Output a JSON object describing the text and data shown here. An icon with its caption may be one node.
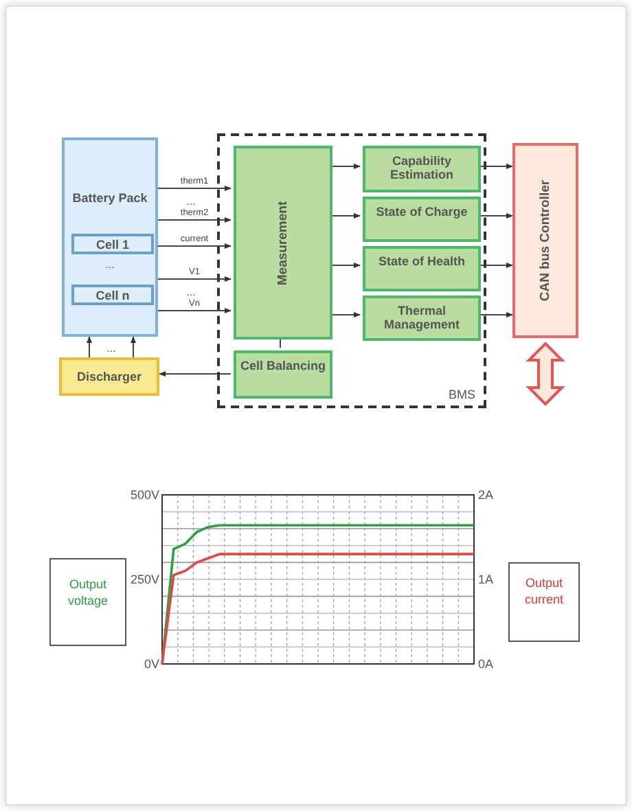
{
  "diagram": {
    "nodes": [
      {
        "text": [
          "Battery Pack"
        ]
      },
      {
        "text": [
          "Cell 1"
        ],
        "in": 0
      },
      {
        "text": [
          "Cell n"
        ],
        "in": 0
      },
      {
        "text": [
          "BMS"
        ]
      },
      {
        "text": [
          "Measurement"
        ],
        "in": 3
      },
      {
        "text": [
          "Cell Balancing"
        ],
        "in": 3
      },
      {
        "text": [
          "Capability Estimation"
        ],
        "in": 3
      },
      {
        "text": [
          "State of Charge"
        ],
        "in": 3
      },
      {
        "text": [
          "State of Health"
        ],
        "in": 3
      },
      {
        "text": [
          "Thermal Management"
        ],
        "in": 3
      },
      {
        "text": [
          "CAN bus Controller"
        ]
      },
      {
        "text": [
          "Discharger"
        ]
      },
      {
        "text": [
          "Output voltage"
        ]
      },
      {
        "text": [
          "Output current"
        ]
      }
    ],
    "edges": [
      {
        "from": 0,
        "to": 4,
        "arrow": "to",
        "label": "therm1"
      },
      {
        "from": 0,
        "to": 4,
        "arrow": "to",
        "label": "therm2"
      },
      {
        "from": 0,
        "to": 4,
        "arrow": "to",
        "label": "current"
      },
      {
        "from": 0,
        "to": 4,
        "arrow": "to",
        "label": "V1"
      },
      {
        "from": 0,
        "to": 4,
        "arrow": "to",
        "label": "Vn"
      },
      {
        "from": 4,
        "to": 6,
        "arrow": "to"
      },
      {
        "from": 4,
        "to": 7,
        "arrow": "to"
      },
      {
        "from": 4,
        "to": 8,
        "arrow": "to"
      },
      {
        "from": 4,
        "to": 9,
        "arrow": "to"
      },
      {
        "from": 6,
        "to": 10,
        "arrow": "to"
      },
      {
        "from": 7,
        "to": 10,
        "arrow": "to"
      },
      {
        "from": 8,
        "to": 10,
        "arrow": "to"
      },
      {
        "from": 9,
        "to": 10,
        "arrow": "to"
      },
      {
        "from": 4,
        "to": 5,
        "arrow": "none"
      },
      {
        "from": 5,
        "to": 11,
        "arrow": "to"
      },
      {
        "from": 11,
        "to": 0,
        "arrow": "to"
      },
      {
        "from": 11,
        "to": 0,
        "arrow": "to"
      },
      {
        "from": 10,
        "to": null,
        "arrow": "both",
        "style": "thick",
        "color": "#e05555"
      }
    ],
    "labels": [
      "...",
      "...",
      "...",
      "..."
    ],
    "chart_data": [
      {
        "type": "line",
        "grid": true,
        "ylim": [
          0,
          500
        ],
        "yticks": [
          {
            "value": 0,
            "label": "0V"
          },
          {
            "value": 250,
            "label": "250V"
          },
          {
            "value": 500,
            "label": "500V"
          }
        ],
        "series": [
          {
            "color": "#2ea043",
            "values": [
              0,
              340,
              355,
              390,
              405,
              410,
              410,
              410,
              410,
              410,
              410,
              410,
              410,
              410,
              410,
              410,
              410,
              410,
              410,
              410,
              410,
              410,
              410,
              410,
              410,
              410,
              410,
              410
            ]
          }
        ]
      },
      {
        "type": "line",
        "ylim": [
          0,
          2
        ],
        "yticks": [
          {
            "value": 0,
            "label": "0A"
          },
          {
            "value": 1,
            "label": "1A"
          },
          {
            "value": 2,
            "label": "2A"
          }
        ],
        "series": [
          {
            "color": "#e04848",
            "values": [
              0,
              1.05,
              1.1,
              1.2,
              1.25,
              1.3,
              1.3,
              1.3,
              1.3,
              1.3,
              1.3,
              1.3,
              1.3,
              1.3,
              1.3,
              1.3,
              1.3,
              1.3,
              1.3,
              1.3,
              1.3,
              1.3,
              1.3,
              1.3,
              1.3,
              1.3,
              1.3,
              1.3
            ]
          }
        ]
      }
    ]
  }
}
